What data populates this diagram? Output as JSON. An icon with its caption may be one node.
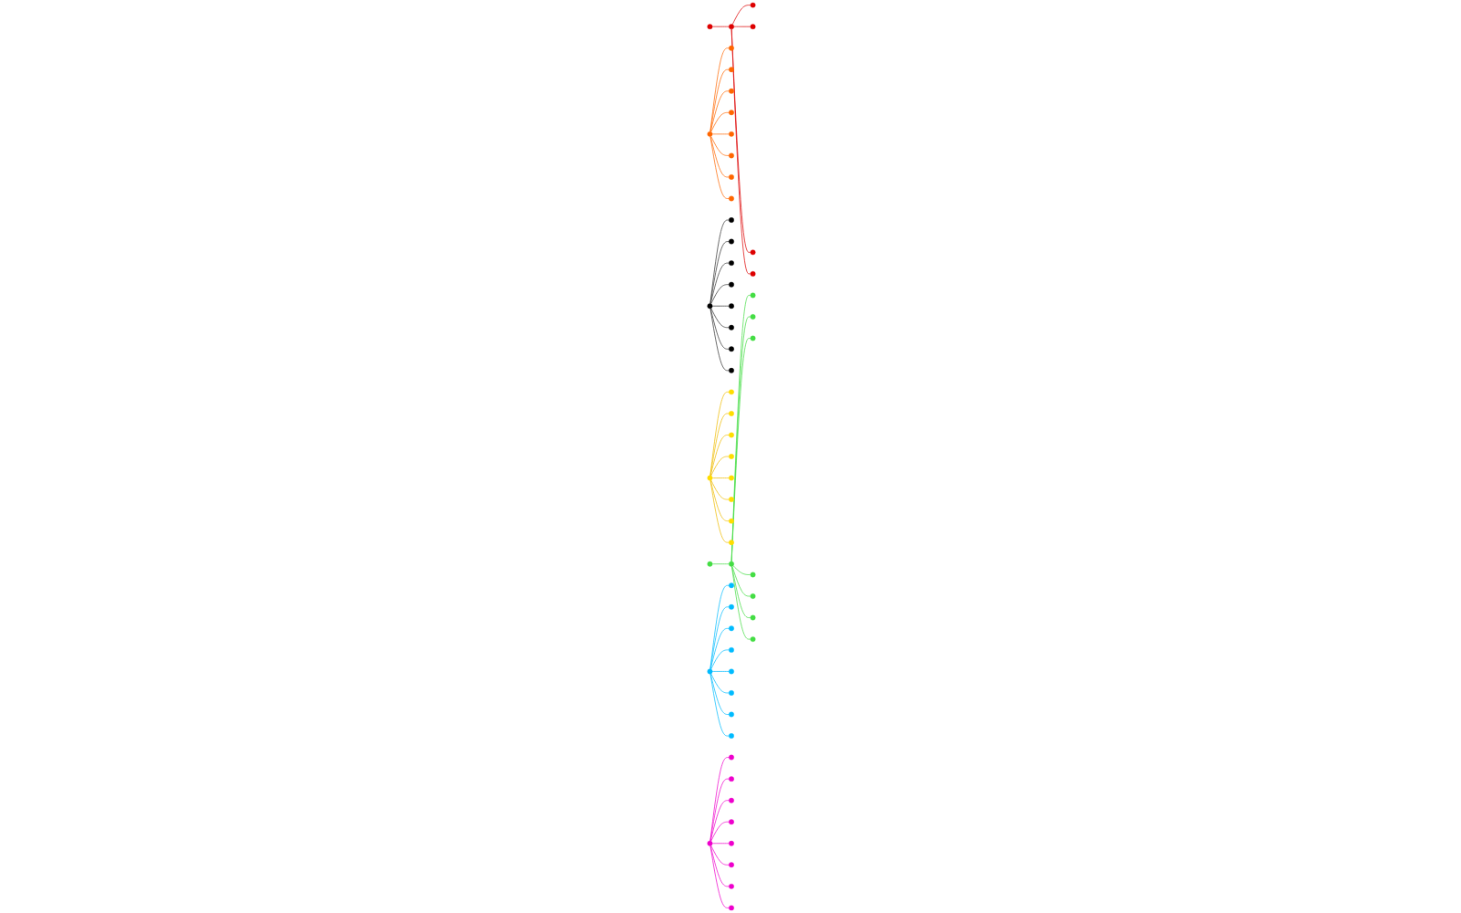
{
  "diagram": {
    "nodes": [
      {
        "text": [],
        "shape": "circle"
      },
      {
        "text": [],
        "shape": "circle"
      },
      {
        "text": [],
        "shape": "circle"
      },
      {
        "text": [],
        "shape": "circle"
      },
      {
        "text": [],
        "shape": "circle"
      },
      {
        "text": [],
        "shape": "circle"
      },
      {
        "text": [],
        "shape": "circle"
      },
      {
        "text": [],
        "shape": "circle"
      },
      {
        "text": [],
        "shape": "circle"
      },
      {
        "text": [],
        "shape": "circle"
      },
      {
        "text": [],
        "shape": "circle"
      },
      {
        "text": [],
        "shape": "circle"
      },
      {
        "text": [],
        "shape": "circle"
      },
      {
        "text": [],
        "shape": "circle"
      },
      {
        "text": [],
        "shape": "circle"
      },
      {
        "text": [],
        "shape": "circle"
      },
      {
        "text": [],
        "shape": "circle"
      },
      {
        "text": [],
        "shape": "circle"
      },
      {
        "text": [],
        "shape": "circle"
      },
      {
        "text": [],
        "shape": "circle"
      },
      {
        "text": [],
        "shape": "circle"
      },
      {
        "text": [],
        "shape": "circle"
      },
      {
        "text": [],
        "shape": "circle"
      },
      {
        "text": [],
        "shape": "circle"
      },
      {
        "text": [],
        "shape": "circle"
      },
      {
        "text": [],
        "shape": "circle"
      },
      {
        "text": [],
        "shape": "circle"
      },
      {
        "text": [],
        "shape": "circle"
      },
      {
        "text": [],
        "shape": "circle"
      },
      {
        "text": [],
        "shape": "circle"
      },
      {
        "text": [],
        "shape": "circle"
      },
      {
        "text": [],
        "shape": "circle"
      },
      {
        "text": [],
        "shape": "circle"
      },
      {
        "text": [],
        "shape": "circle"
      },
      {
        "text": [],
        "shape": "circle"
      },
      {
        "text": [],
        "shape": "circle"
      },
      {
        "text": [],
        "shape": "circle"
      },
      {
        "text": [],
        "shape": "circle"
      },
      {
        "text": [],
        "shape": "circle"
      },
      {
        "text": [],
        "shape": "circle"
      },
      {
        "text": [],
        "shape": "circle"
      },
      {
        "text": [],
        "shape": "circle"
      },
      {
        "text": [],
        "shape": "circle"
      },
      {
        "text": [],
        "shape": "circle"
      },
      {
        "text": [],
        "shape": "circle"
      },
      {
        "text": [],
        "shape": "circle"
      },
      {
        "text": [],
        "shape": "circle"
      },
      {
        "text": [],
        "shape": "circle"
      },
      {
        "text": [],
        "shape": "circle"
      },
      {
        "text": [],
        "shape": "circle"
      },
      {
        "text": [],
        "shape": "circle"
      },
      {
        "text": [],
        "shape": "circle"
      },
      {
        "text": [],
        "shape": "circle"
      },
      {
        "text": [],
        "shape": "circle"
      },
      {
        "text": [],
        "shape": "circle"
      },
      {
        "text": [],
        "shape": "circle"
      },
      {
        "text": [],
        "shape": "circle"
      },
      {
        "text": [],
        "shape": "circle"
      },
      {
        "text": [],
        "shape": "circle"
      },
      {
        "text": [],
        "shape": "circle"
      }
    ],
    "edges": [
      {
        "from": 0,
        "to": 1,
        "arrow": "none",
        "color": "#dd0000"
      },
      {
        "from": 0,
        "to": 2,
        "arrow": "none",
        "color": "#dd0000"
      },
      {
        "from": 0,
        "to": 3,
        "arrow": "none",
        "color": "#dd0000"
      },
      {
        "from": 0,
        "to": 4,
        "arrow": "none",
        "color": "#dd0000"
      },
      {
        "from": 5,
        "to": 6,
        "arrow": "none",
        "color": "#ff6600"
      },
      {
        "from": 5,
        "to": 7,
        "arrow": "none",
        "color": "#ff6600"
      },
      {
        "from": 5,
        "to": 8,
        "arrow": "none",
        "color": "#ff6600"
      },
      {
        "from": 5,
        "to": 9,
        "arrow": "none",
        "color": "#ff6600"
      },
      {
        "from": 5,
        "to": 10,
        "arrow": "none",
        "color": "#ff6600"
      },
      {
        "from": 5,
        "to": 11,
        "arrow": "none",
        "color": "#ff6600"
      },
      {
        "from": 5,
        "to": 12,
        "arrow": "none",
        "color": "#ff6600"
      },
      {
        "from": 5,
        "to": 13,
        "arrow": "none",
        "color": "#ff6600"
      },
      {
        "from": 14,
        "to": 15,
        "arrow": "none",
        "color": "#333333"
      },
      {
        "from": 14,
        "to": 16,
        "arrow": "none",
        "color": "#333333"
      },
      {
        "from": 14,
        "to": 17,
        "arrow": "none",
        "color": "#333333"
      },
      {
        "from": 14,
        "to": 18,
        "arrow": "none",
        "color": "#333333"
      },
      {
        "from": 14,
        "to": 19,
        "arrow": "none",
        "color": "#333333"
      },
      {
        "from": 14,
        "to": 20,
        "arrow": "none",
        "color": "#333333"
      },
      {
        "from": 14,
        "to": 21,
        "arrow": "none",
        "color": "#333333"
      },
      {
        "from": 14,
        "to": 22,
        "arrow": "none",
        "color": "#333333"
      },
      {
        "from": 23,
        "to": 24,
        "arrow": "none",
        "color": "#eebb00"
      },
      {
        "from": 23,
        "to": 25,
        "arrow": "none",
        "color": "#eebb00"
      },
      {
        "from": 23,
        "to": 26,
        "arrow": "none",
        "color": "#eebb00"
      },
      {
        "from": 23,
        "to": 27,
        "arrow": "none",
        "color": "#eebb00"
      },
      {
        "from": 23,
        "to": 28,
        "arrow": "none",
        "color": "#eebb00"
      },
      {
        "from": 23,
        "to": 29,
        "arrow": "none",
        "color": "#eebb00"
      },
      {
        "from": 23,
        "to": 30,
        "arrow": "none",
        "color": "#eebb00"
      },
      {
        "from": 23,
        "to": 31,
        "arrow": "none",
        "color": "#eebb00"
      },
      {
        "from": 32,
        "to": 0,
        "arrow": "none",
        "color": "#dd0000"
      },
      {
        "from": 33,
        "to": 34,
        "arrow": "none",
        "color": "#44dd44"
      },
      {
        "from": 34,
        "to": 35,
        "arrow": "none",
        "color": "#44dd44"
      },
      {
        "from": 34,
        "to": 36,
        "arrow": "none",
        "color": "#44dd44"
      },
      {
        "from": 34,
        "to": 37,
        "arrow": "none",
        "color": "#44dd44"
      },
      {
        "from": 34,
        "to": 38,
        "arrow": "none",
        "color": "#44dd44"
      },
      {
        "from": 34,
        "to": 39,
        "arrow": "none",
        "color": "#44dd44"
      },
      {
        "from": 34,
        "to": 40,
        "arrow": "none",
        "color": "#44dd44"
      },
      {
        "from": 34,
        "to": 41,
        "arrow": "none",
        "color": "#44dd44"
      },
      {
        "from": 42,
        "to": 43,
        "arrow": "none",
        "color": "#00bbff"
      },
      {
        "from": 42,
        "to": 44,
        "arrow": "none",
        "color": "#00bbff"
      },
      {
        "from": 42,
        "to": 45,
        "arrow": "none",
        "color": "#00bbff"
      },
      {
        "from": 42,
        "to": 46,
        "arrow": "none",
        "color": "#00bbff"
      },
      {
        "from": 42,
        "to": 47,
        "arrow": "none",
        "color": "#00bbff"
      },
      {
        "from": 42,
        "to": 48,
        "arrow": "none",
        "color": "#00bbff"
      },
      {
        "from": 42,
        "to": 49,
        "arrow": "none",
        "color": "#00bbff"
      },
      {
        "from": 42,
        "to": 50,
        "arrow": "none",
        "color": "#00bbff"
      },
      {
        "from": 51,
        "to": 52,
        "arrow": "none",
        "color": "#ee00cc"
      },
      {
        "from": 51,
        "to": 53,
        "arrow": "none",
        "color": "#ee00cc"
      },
      {
        "from": 51,
        "to": 54,
        "arrow": "none",
        "color": "#ee00cc"
      },
      {
        "from": 51,
        "to": 55,
        "arrow": "none",
        "color": "#ee00cc"
      },
      {
        "from": 51,
        "to": 56,
        "arrow": "none",
        "color": "#ee00cc"
      },
      {
        "from": 51,
        "to": 57,
        "arrow": "none",
        "color": "#ee00cc"
      },
      {
        "from": 51,
        "to": 58,
        "arrow": "none",
        "color": "#ee00cc"
      },
      {
        "from": 51,
        "to": 59,
        "arrow": "none",
        "color": "#ee00cc"
      }
    ]
  }
}
